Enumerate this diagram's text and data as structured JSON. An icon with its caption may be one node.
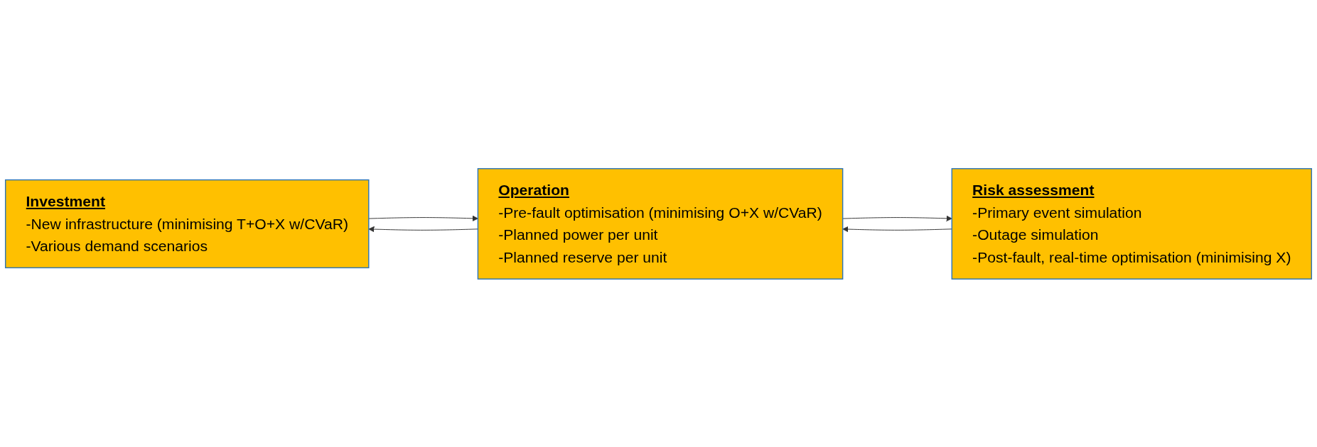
{
  "diagram": {
    "nodes": [
      {
        "text": [
          "Investment",
          "-New infrastructure (minimising T+O+X w/CVaR)",
          "-Various demand scenarios"
        ]
      },
      {
        "text": [
          "Operation",
          "-Pre-fault optimisation (minimising O+X w/CVaR)",
          "-Planned power per unit",
          "-Planned reserve per unit"
        ]
      },
      {
        "text": [
          "Risk assessment",
          "-Primary event simulation",
          "-Outage simulation",
          "-Post-fault, real-time optimisation (minimising X)"
        ]
      }
    ],
    "edges": [
      {
        "from": 0,
        "to": 1,
        "arrow": "to"
      },
      {
        "from": 1,
        "to": 2,
        "arrow": "to"
      },
      {
        "from": 1,
        "to": 0,
        "arrow": "to"
      },
      {
        "from": 2,
        "to": 1,
        "arrow": "to"
      }
    ]
  }
}
